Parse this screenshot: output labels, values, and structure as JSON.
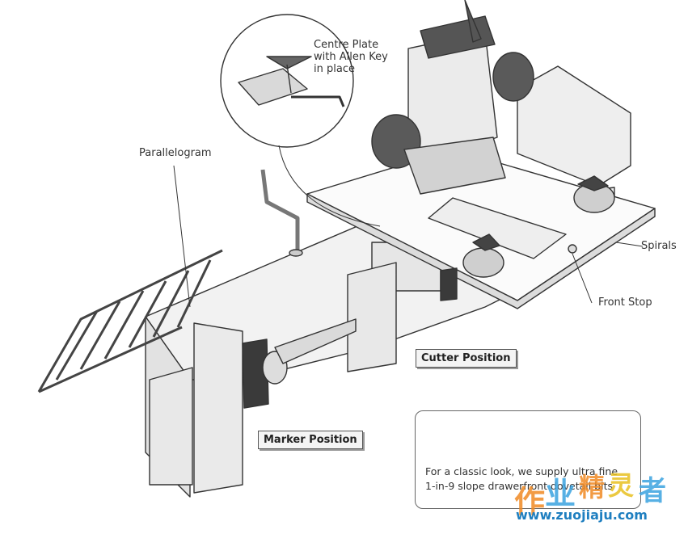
{
  "labels": {
    "centre_plate": [
      "Centre Plate",
      "with Allen Key",
      "in place"
    ],
    "parallelogram": "Parallelogram",
    "spirals": "Spirals",
    "front_stop": "Front Stop",
    "cutter_position": "Cutter Position",
    "marker_position": "Marker Position"
  },
  "inset": {
    "text_line1": "For a classic look, we supply ultra fine",
    "text_line2": "1-in-9 slope drawerfront dovetail bits"
  },
  "watermark": {
    "cn_chars": [
      "作",
      "业",
      "精",
      "灵",
      "者"
    ],
    "url": "www.zuojiaju.com"
  },
  "colors": {
    "line": "#333333",
    "shade": "#d9d9d9",
    "dark": "#555555",
    "wm_blue": "#3aa3e0",
    "wm_orange": "#f08a24"
  }
}
